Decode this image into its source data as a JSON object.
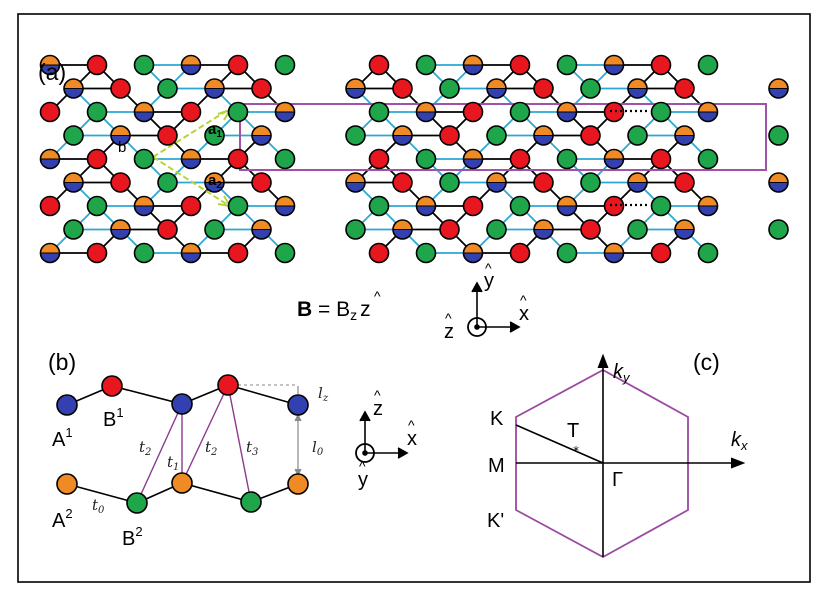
{
  "panels": {
    "a": {
      "label": "(a)",
      "b_label": "b",
      "a1_label": "a",
      "a1_sub": "1",
      "a2_label": "a",
      "a2_sub": "2",
      "field_bold": "B",
      "field_eq": " = B",
      "field_sub": "z",
      "field_z": "z",
      "axis_y": "y",
      "axis_x": "x",
      "axis_z": "z",
      "hat": "^"
    },
    "b": {
      "label": "(b)",
      "A1": "A",
      "A1_sup": "1",
      "B1": "B",
      "B1_sup": "1",
      "A2": "A",
      "A2_sup": "2",
      "B2": "B",
      "B2_sup": "2",
      "t0": "t",
      "t0_sub": "0",
      "t1": "t",
      "t1_sub": "1",
      "t2a": "t",
      "t2a_sub": "2",
      "t2b": "t",
      "t2b_sub": "2",
      "t3": "t",
      "t3_sub": "3",
      "lz": "l",
      "lz_sub": "z",
      "l0": "l",
      "l0_sub": "0",
      "axis_z": "z",
      "axis_x": "x",
      "axis_y": "y",
      "hat": "^"
    },
    "c": {
      "label": "(c)",
      "ky": "k",
      "ky_sub": "y",
      "kx": "k",
      "kx_sub": "x",
      "K": "K",
      "Kp": "K'",
      "M": "M",
      "T": "T",
      "Gamma": "Γ"
    }
  },
  "colors": {
    "red": "#e8161e",
    "green": "#1fa54a",
    "blue": "#3340b0",
    "orange": "#f08a24",
    "bond_black": "#000000",
    "bond_cyan": "#2aa7d6",
    "supercell": "#a052a8",
    "vector": "#b7d434",
    "bz": "#9a4aa0",
    "hopping": "#8a3a8e"
  }
}
